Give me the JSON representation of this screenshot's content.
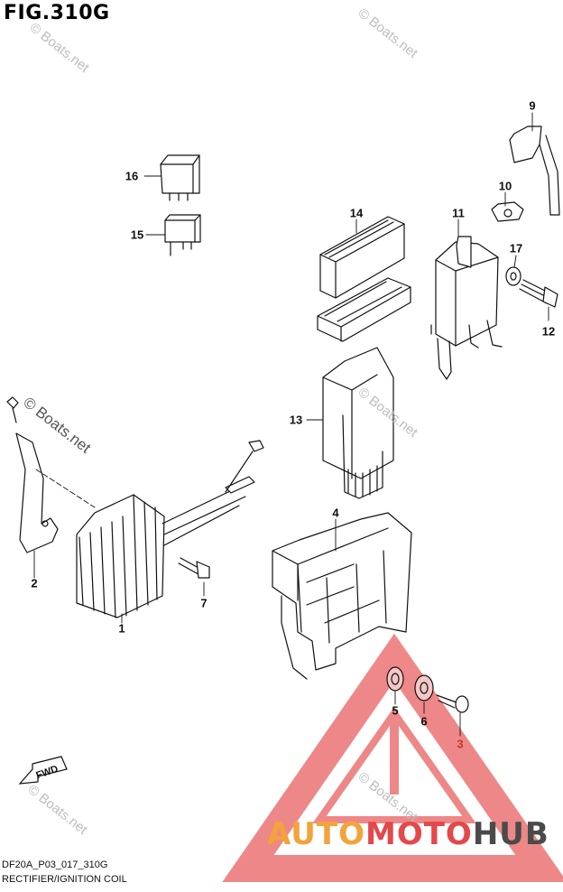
{
  "figure": {
    "title": "FIG.310G",
    "code": "DF20A_P03_017_310G",
    "caption": "RECTIFIER/IGNITION COIL"
  },
  "watermark": {
    "text": "© Boats.net"
  },
  "logo": {
    "part1": "AUTO",
    "part2": "MOTO",
    "part3": "HUB",
    "colors": {
      "orange": "#f2a33a",
      "red": "#e3484b",
      "gray": "#4a4a4a"
    }
  },
  "direction_marker": {
    "label": "FWD",
    "icon": "fwd-arrow-icon"
  },
  "callouts": [
    {
      "id": "1",
      "label": "1"
    },
    {
      "id": "2",
      "label": "2"
    },
    {
      "id": "3",
      "label": "3"
    },
    {
      "id": "4",
      "label": "4"
    },
    {
      "id": "5",
      "label": "5"
    },
    {
      "id": "6",
      "label": "6"
    },
    {
      "id": "7",
      "label": "7"
    },
    {
      "id": "9",
      "label": "9"
    },
    {
      "id": "10",
      "label": "10"
    },
    {
      "id": "11",
      "label": "11"
    },
    {
      "id": "12",
      "label": "12"
    },
    {
      "id": "13",
      "label": "13"
    },
    {
      "id": "14",
      "label": "14"
    },
    {
      "id": "15",
      "label": "15"
    },
    {
      "id": "16",
      "label": "16"
    },
    {
      "id": "17",
      "label": "17"
    }
  ]
}
